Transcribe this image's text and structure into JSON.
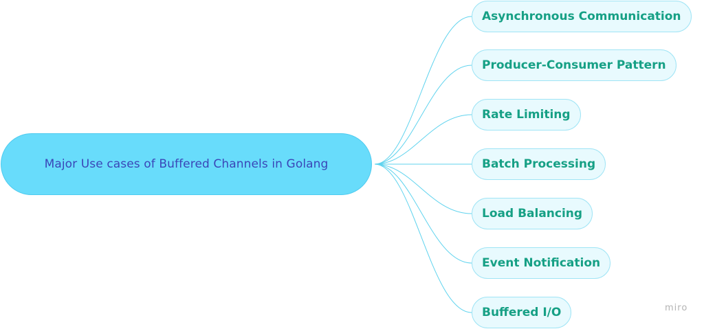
{
  "root": {
    "label": "Major Use cases of Buffered Channels in Golang"
  },
  "branches": [
    {
      "label": "Asynchronous Communication"
    },
    {
      "label": "Producer-Consumer Pattern"
    },
    {
      "label": "Rate Limiting"
    },
    {
      "label": "Batch Processing"
    },
    {
      "label": "Load Balancing"
    },
    {
      "label": "Event Notification"
    },
    {
      "label": "Buffered I/O"
    }
  ],
  "watermark": "miro",
  "colors": {
    "root_fill": "#68dcfb",
    "root_text": "#3a46b8",
    "branch_fill": "#e8fafe",
    "branch_border": "#9fe4f5",
    "branch_text": "#16a085",
    "connector": "#5fd3ee"
  }
}
